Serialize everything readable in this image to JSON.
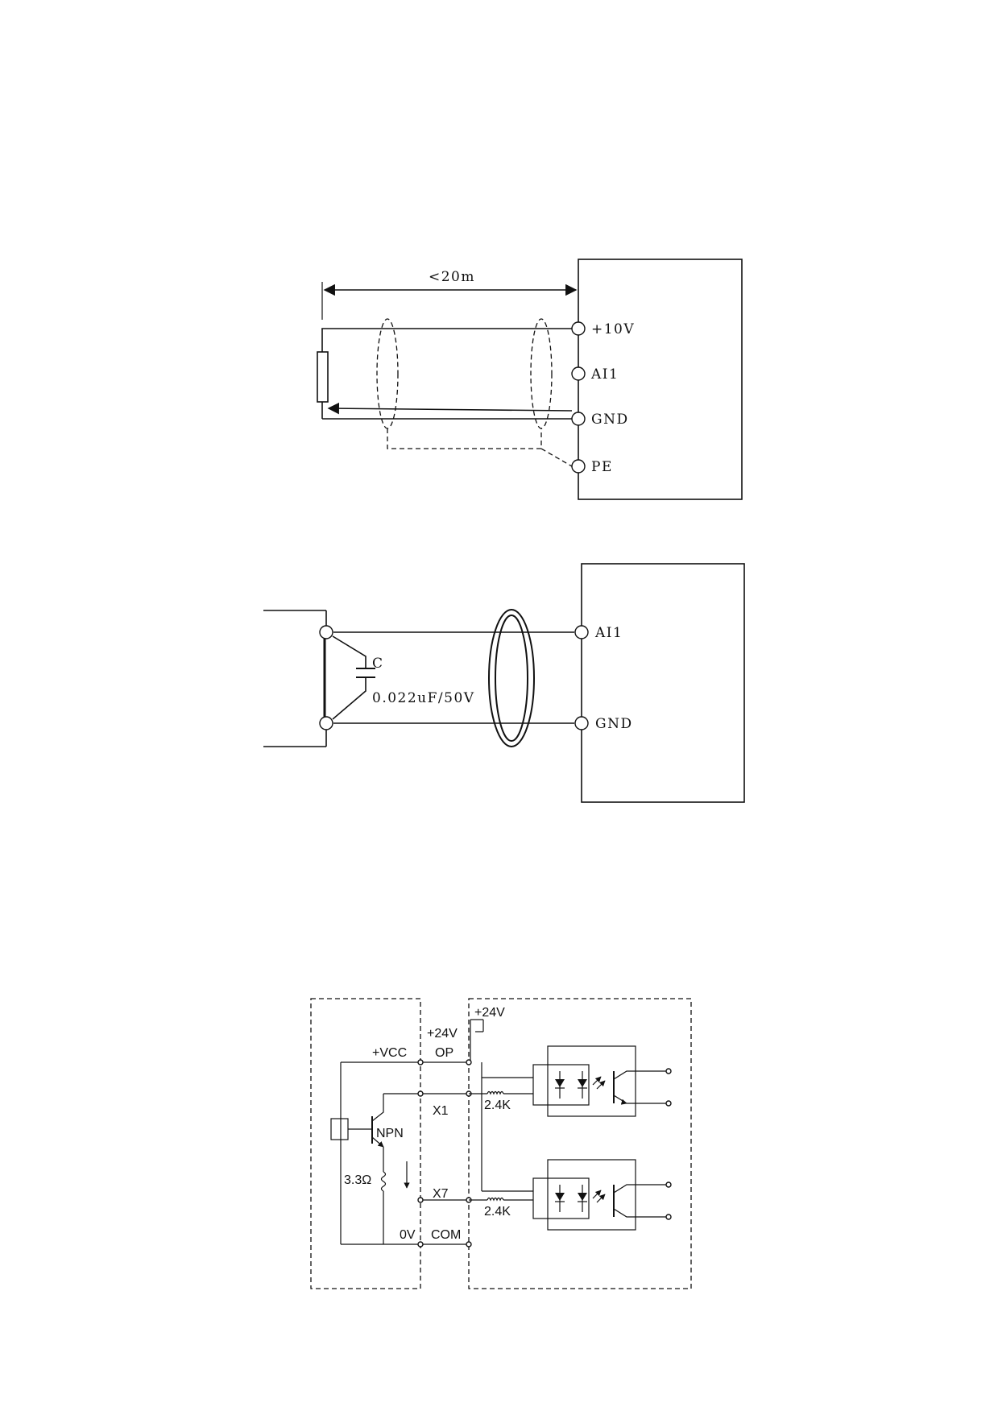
{
  "diagram1": {
    "distance_label": "<20m",
    "terminals": [
      "+10V",
      "AI1",
      "GND",
      "PE"
    ]
  },
  "diagram2": {
    "capacitor_label": "C",
    "capacitor_value": "0.022uF/50V",
    "terminals": [
      "AI1",
      "GND"
    ]
  },
  "diagram3": {
    "supply_label": "+24V",
    "terminals_left": [
      "+VCC",
      "0V"
    ],
    "terminals_right": [
      "+24V",
      "OP",
      "X1",
      "X7",
      "COM"
    ],
    "transistor_label": "NPN",
    "resistor_emitter": "3.3Ω",
    "resistor_input_1": "2.4K",
    "resistor_input_2": "2.4K"
  }
}
